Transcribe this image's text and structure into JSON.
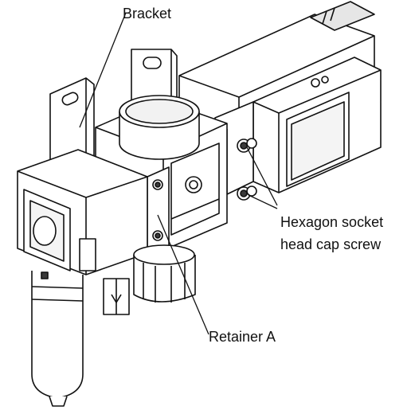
{
  "labels": {
    "bracket": "Bracket",
    "screw_line1": "Hexagon socket",
    "screw_line2": "head cap screw",
    "retainer": "Retainer A"
  },
  "colors": {
    "line": "#111111",
    "fill": "#ffffff",
    "shade": "#d9d9d9",
    "dark": "#3a3a3a"
  }
}
